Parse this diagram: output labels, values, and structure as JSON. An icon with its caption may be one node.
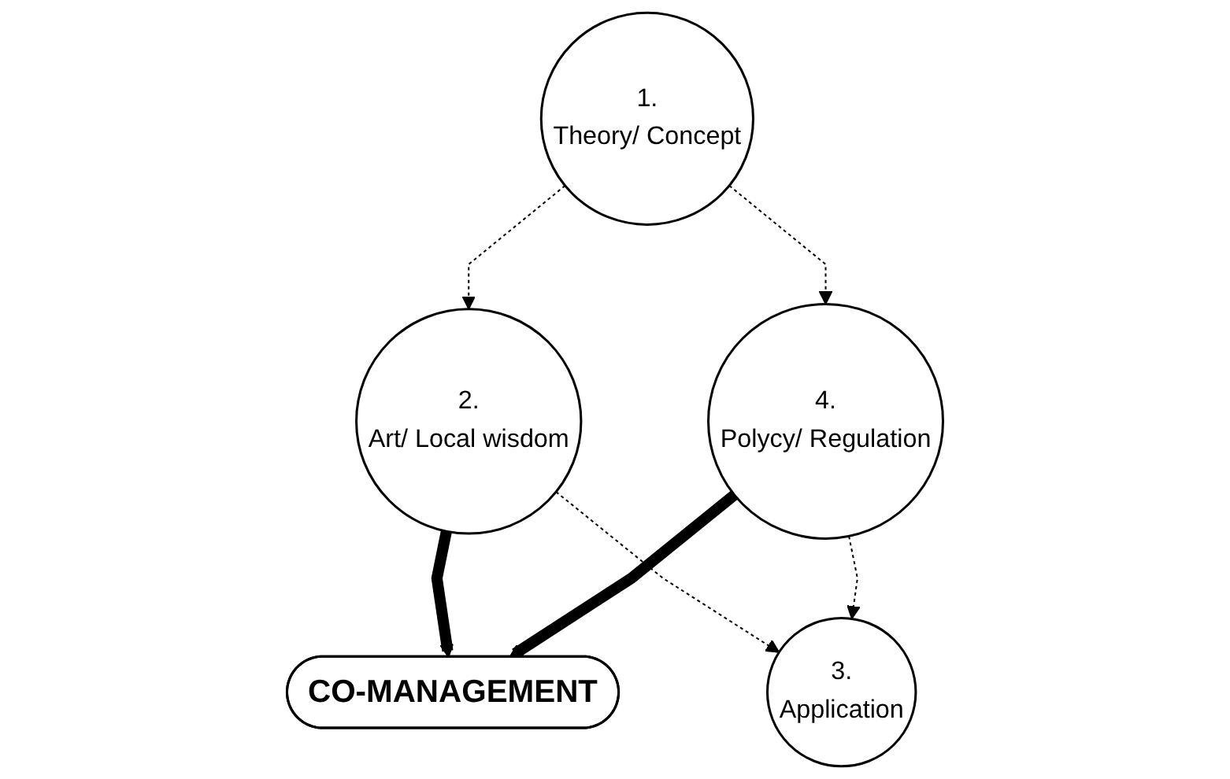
{
  "diagram": {
    "nodes": [
      {
        "text": [
          "1.",
          "Theory/ Concept"
        ]
      },
      {
        "text": [
          "2.",
          "Art/ Local wisdom"
        ]
      },
      {
        "text": [
          "CO-MANAGEMENT"
        ]
      },
      {
        "text": [
          "4.",
          "Polycy/ Regulation"
        ]
      },
      {
        "text": [
          "3.",
          "Application"
        ]
      }
    ],
    "edges": [
      {
        "from": 0,
        "to": 1,
        "arrow": "to",
        "style": "dashed"
      },
      {
        "from": 0,
        "to": 3,
        "arrow": "to",
        "style": "dashed"
      },
      {
        "from": 1,
        "to": 2,
        "arrow": "to",
        "style": "thick"
      },
      {
        "from": 3,
        "to": 2,
        "arrow": "to",
        "style": "thick"
      },
      {
        "from": 1,
        "to": 4,
        "arrow": "to",
        "style": "dashed"
      },
      {
        "from": 3,
        "to": 4,
        "arrow": "to",
        "style": "dashed"
      }
    ]
  }
}
